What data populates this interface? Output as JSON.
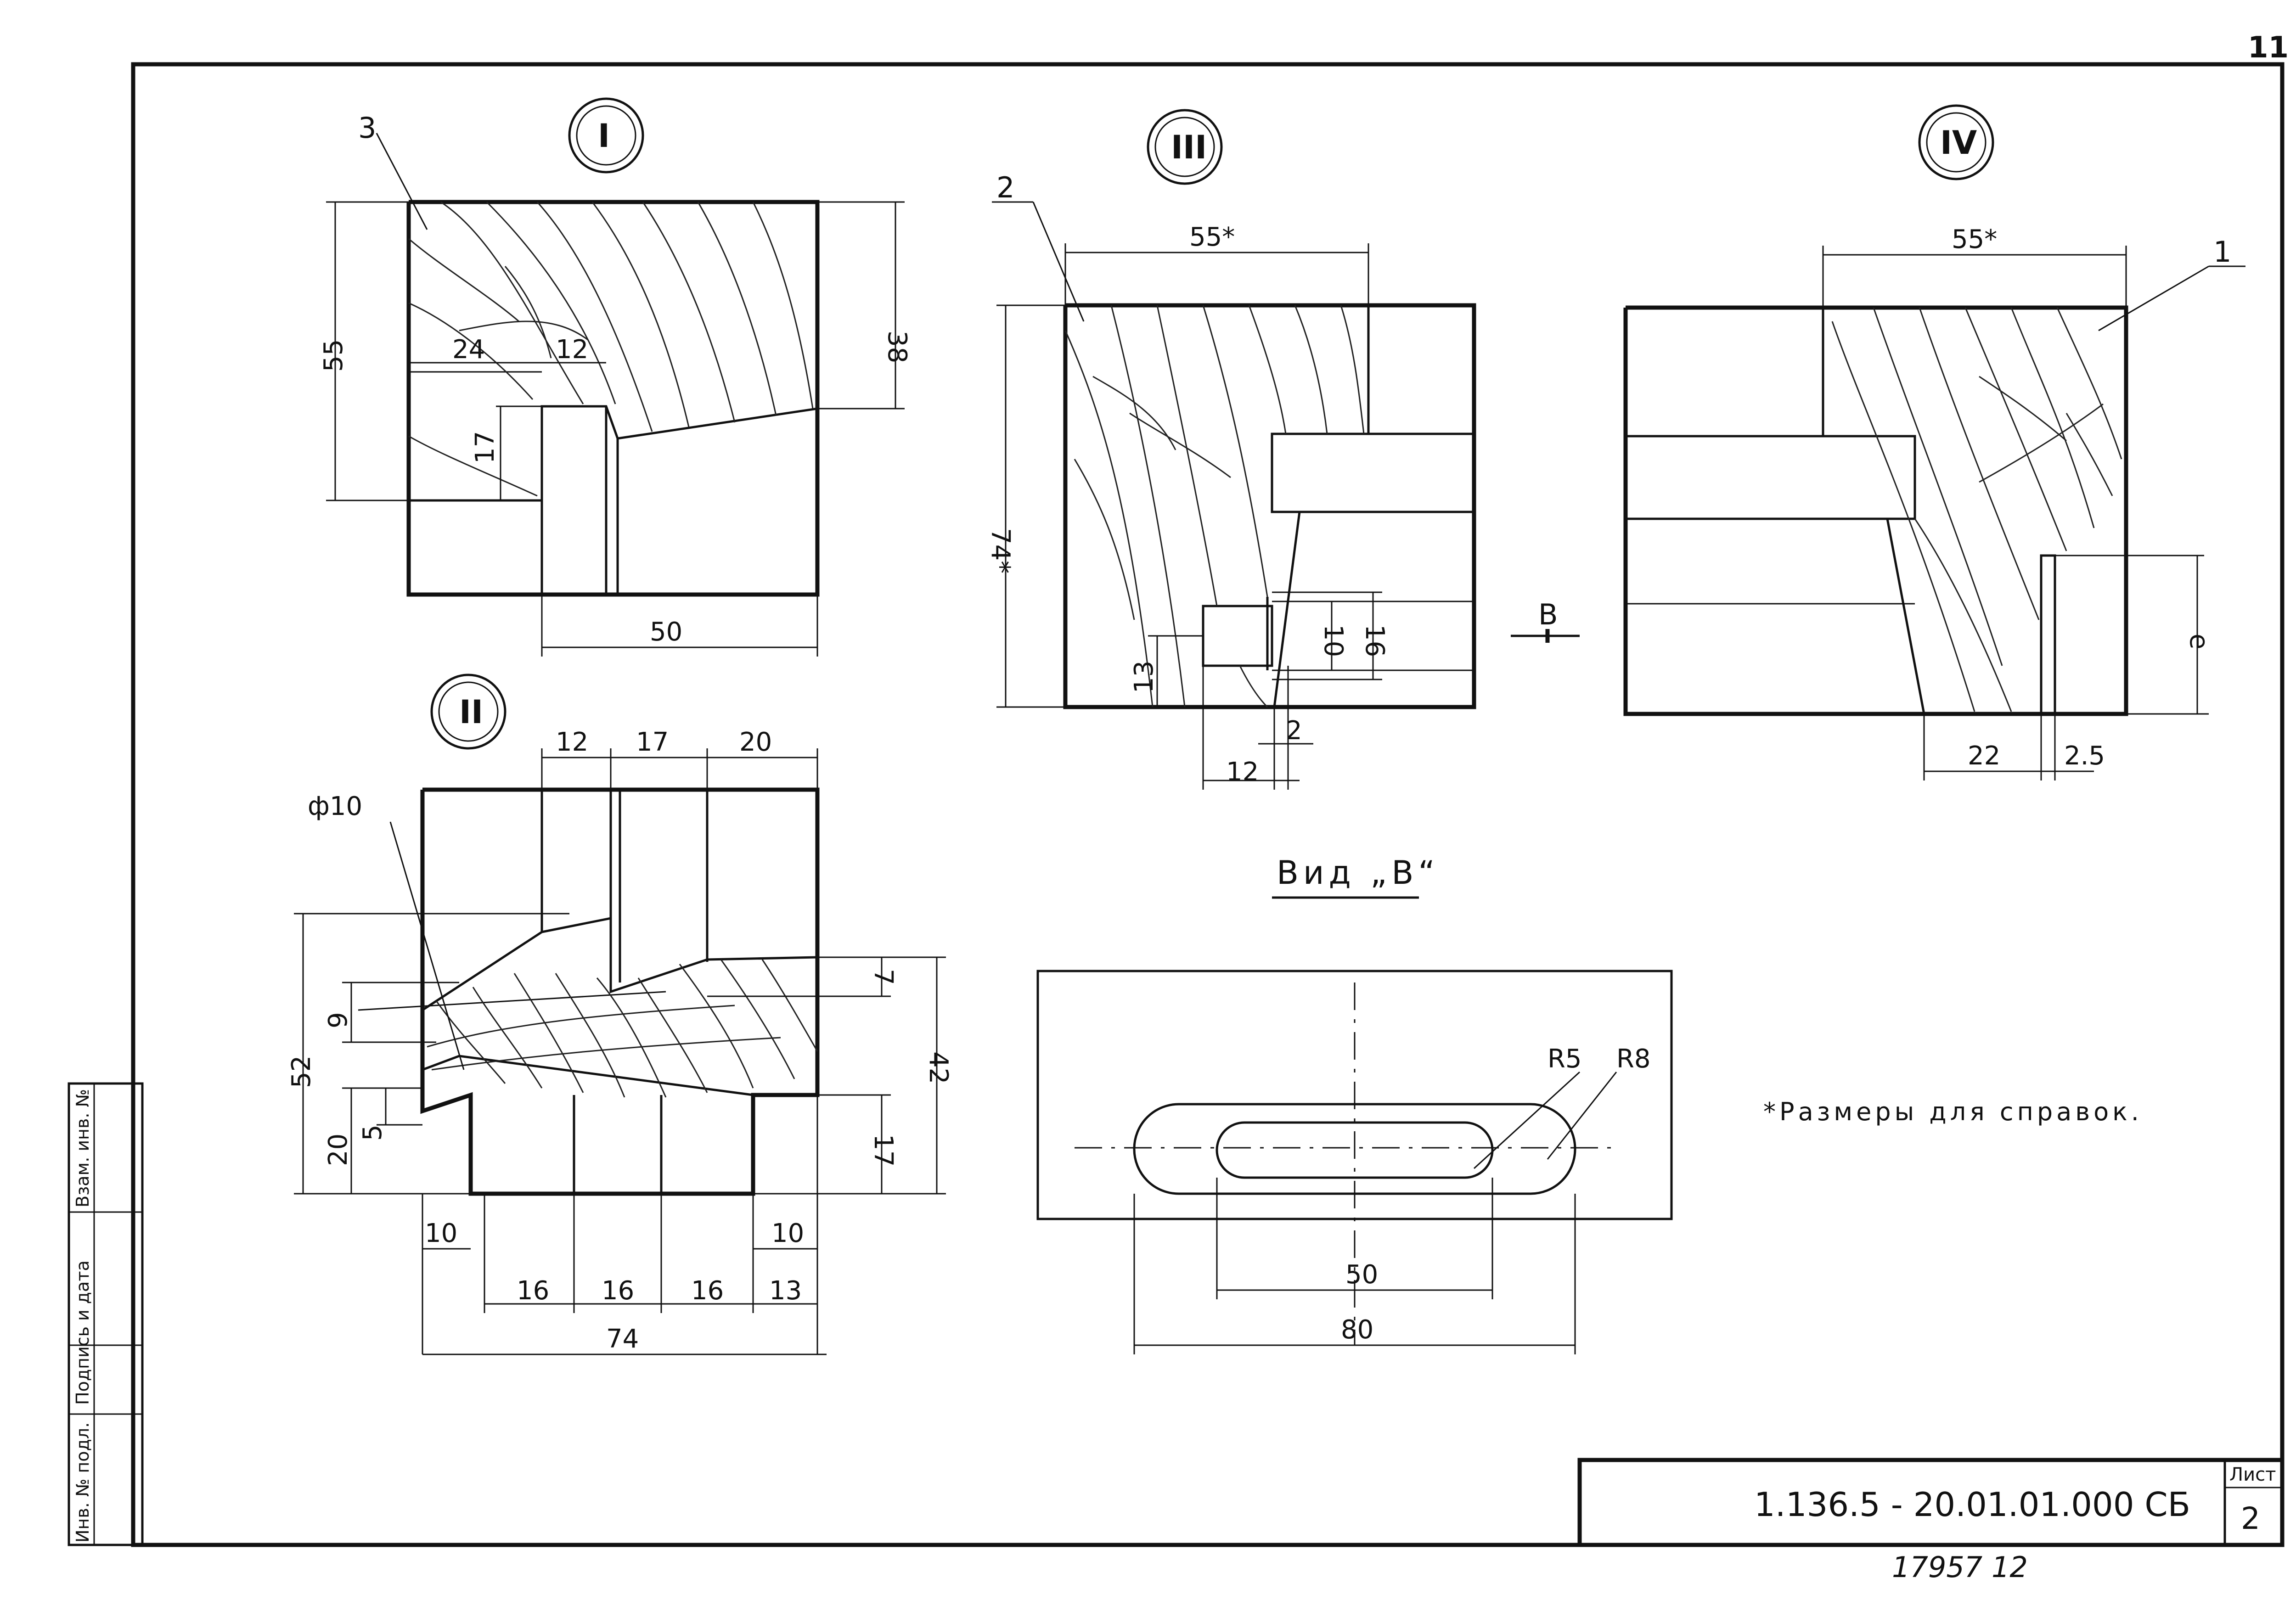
{
  "sheet": {
    "page_corner_number": "11",
    "doc_number": "1.136.5 - 20.01.01.000 СБ",
    "sheet_label": "Лист",
    "sheet_number": "2",
    "archive_number": "17957  12",
    "note": "*Размеры для справок.",
    "stamp_columns": [
      "Инв. № подл.",
      "Подпись и дата",
      "Взам. инв. №"
    ]
  },
  "views": {
    "I": {
      "roman": "I",
      "part_label": "3",
      "dims": {
        "d55": "55",
        "d38": "38",
        "d24": "24",
        "d12": "12",
        "d17": "17",
        "d50": "50"
      }
    },
    "II": {
      "roman": "II",
      "diameter": "ф10",
      "dims": {
        "d12": "12",
        "d17": "17",
        "d20": "20",
        "d7": "7",
        "d42": "42",
        "d17b": "17",
        "d52": "52",
        "d9": "9",
        "d20b": "20",
        "d5": "5",
        "d10a": "10",
        "d10b": "10",
        "d16a": "16",
        "d16b": "16",
        "d16c": "16",
        "d13": "13",
        "d74": "74"
      }
    },
    "III": {
      "roman": "III",
      "part_label": "2",
      "section_mark": "В",
      "dims": {
        "d55": "55*",
        "d74": "74*",
        "d10": "10",
        "d16": "16",
        "d13": "13",
        "d2": "2",
        "d12": "12"
      }
    },
    "IV": {
      "roman": "IV",
      "part_label": "1",
      "dims": {
        "d55": "55*",
        "d22": "22",
        "d25": "2.5",
        "e": "е"
      }
    },
    "viewB": {
      "title": "Вид „В“",
      "dims": {
        "r5": "R5",
        "r8": "R8",
        "d50": "50",
        "d80": "80"
      }
    }
  }
}
